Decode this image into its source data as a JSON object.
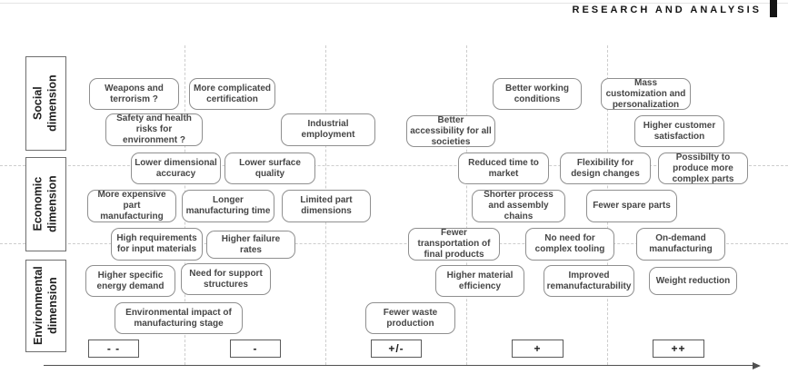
{
  "header": {
    "title": "RESEARCH AND ANALYSIS"
  },
  "dimensions": {
    "social": {
      "line1": "Social",
      "line2": "dimension"
    },
    "economic": {
      "line1": "Economic",
      "line2": "dimension"
    },
    "environmental": {
      "line1": "Environmental",
      "line2": "dimension"
    }
  },
  "factors": {
    "weapons": "Weapons and terrorism ?",
    "certification": "More complicated certification",
    "working_conditions": "Better working conditions",
    "mass_customization": "Mass customization and personalization",
    "safety": "Safety and health risks for environment ?",
    "industrial_employment": "Industrial employment",
    "accessibility": "Better accessibility for all societies",
    "customer_satisfaction": "Higher customer satisfaction",
    "dimensional_accuracy": "Lower dimensional accuracy",
    "surface_quality": "Lower surface quality",
    "time_to_market": "Reduced time to market",
    "design_flexibility": "Flexibility for design changes",
    "complex_parts": "Possibilty to produce more complex parts",
    "expensive_manufacturing": "More expensive part manufacturing",
    "manufacturing_time": "Longer manufacturing time",
    "part_dimensions": "Limited part dimensions",
    "process_chains": "Shorter process and assembly chains",
    "spare_parts": "Fewer spare parts",
    "input_materials": "High requirements for input materials",
    "failure_rates": "Higher failure rates",
    "transportation": "Fewer transportation of final products",
    "complex_tooling": "No need for complex tooling",
    "on_demand": "On-demand manufacturing",
    "energy_demand": "Higher specific energy demand",
    "support_structures": "Need for support structures",
    "material_efficiency": "Higher material efficiency",
    "remanufacturability": "Improved remanufacturability",
    "weight_reduction": "Weight reduction",
    "environmental_impact": "Environmental impact of manufacturing stage",
    "waste_production": "Fewer waste production"
  },
  "scale": {
    "very_negative": "- -",
    "negative": "-",
    "neutral": "+/-",
    "positive": "+",
    "very_positive": "++"
  },
  "appearance": {
    "factor_border": "#8f8f8f",
    "scale_border": "#5a5a5a",
    "grid_dash": "#cdcdcd",
    "axis_color": "#4f4f4f",
    "header_bar": "#141414"
  }
}
